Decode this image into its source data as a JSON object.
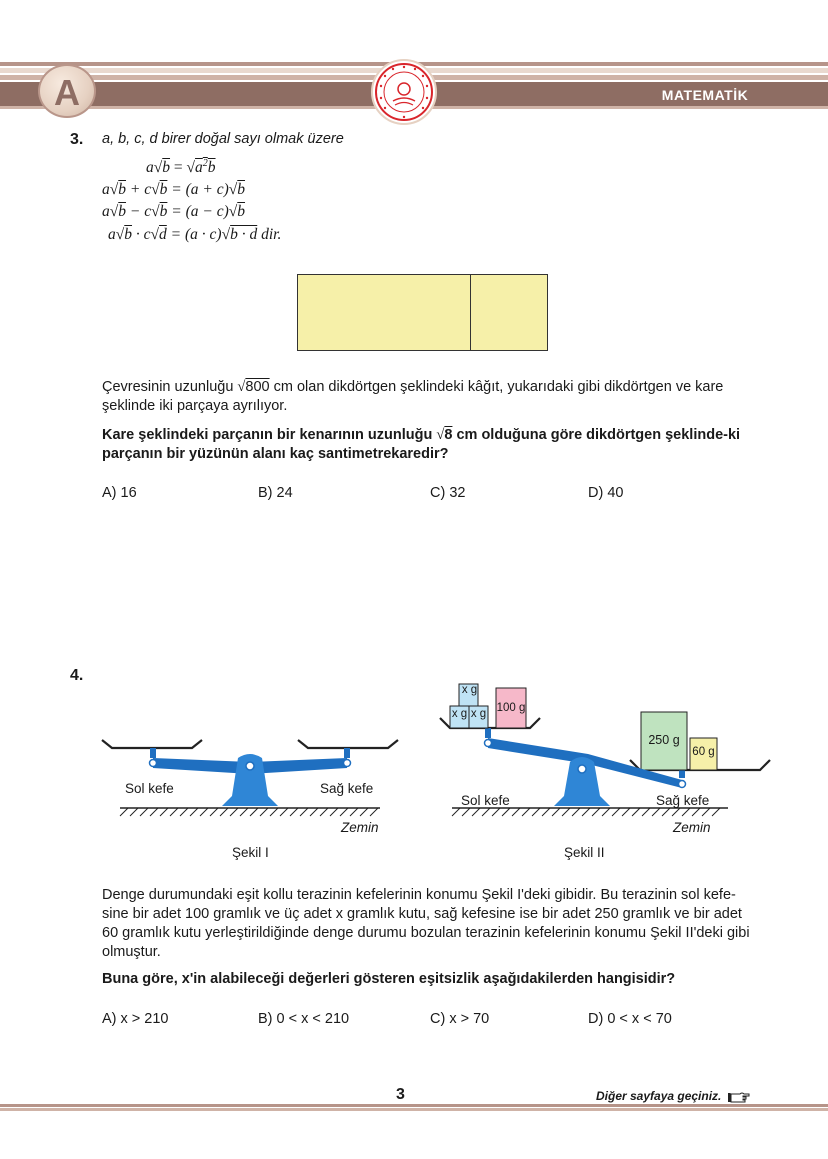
{
  "header": {
    "badge_letter": "A",
    "subject": "MATEMATİK"
  },
  "q3": {
    "number": "3.",
    "intro": "a, b, c, d birer doğal sayı olmak üzere",
    "formulas": {
      "f1_lhs": "a",
      "f1_rad": "b",
      "f1_eq": " = ",
      "f1_rhs_a": "a",
      "f1_rhs_exp": "2",
      "f1_rhs_b": "b",
      "f2_a": "a",
      "f2_rad1": "b",
      "f2_mid": " + c",
      "f2_rad2": "b",
      "f2_rhs": " = (a + c)",
      "f2_rad3": "b",
      "f3_a": "a",
      "f3_rad1": "b",
      "f3_mid": " − c",
      "f3_rad2": "b",
      "f3_rhs": " = (a − c)",
      "f3_rad3": "b",
      "f4_a": "a",
      "f4_rad1": "b",
      "f4_mid": " · c",
      "f4_rad2": "d",
      "f4_rhs": " = (a · c)",
      "f4_rad3": "b · d",
      "f4_tail": "  dir."
    },
    "para1_a": "Çevresinin uzunluğu ",
    "para1_rad": "800",
    "para1_b": " cm olan dikdörtgen şeklindeki kâğıt, yukarıdaki gibi dikdörtgen ve kare şeklinde iki parçaya ayrılıyor.",
    "para2_a": "Kare şeklindeki parçanın bir kenarının uzunluğu ",
    "para2_rad": "8",
    "para2_b": "  cm olduğuna göre dikdörtgen şeklinde-ki parçanın bir yüzünün alanı kaç santimetrekaredir?",
    "options": {
      "a": "A) 16",
      "b": "B) 24",
      "c": "C) 32",
      "d": "D) 40"
    }
  },
  "q4": {
    "number": "4.",
    "fig1": {
      "left_pan": "Sol kefe",
      "right_pan": "Sağ kefe",
      "ground": "Zemin",
      "caption": "Şekil I"
    },
    "fig2": {
      "left_pan": "Sol kefe",
      "right_pan": "Sağ kefe",
      "ground": "Zemin",
      "caption": "Şekil II",
      "box_x": "x g",
      "box_100": "100 g",
      "box_250": "250 g",
      "box_60": "60 g"
    },
    "para1": "Denge durumundaki eşit kollu terazinin kefelerinin konumu Şekil I'deki gibidir. Bu terazinin sol kefe-sine bir adet 100 gramlık ve üç adet x gramlık kutu, sağ kefesine ise bir adet 250 gramlık ve bir adet 60 gramlık kutu yerleştirildiğinde denge durumu bozulan terazinin kefelerinin konumu Şekil II'deki gibi olmuştur.",
    "para2": "Buna göre, x'in alabileceği değerleri gösteren eşitsizlik aşağıdakilerden hangisidir?",
    "options": {
      "a": "A) x > 210",
      "b": "B) 0 < x < 210",
      "c": "C) x > 70",
      "d": "D) 0 < x < 70"
    }
  },
  "footer": {
    "page_number": "3",
    "next_page": "Diğer sayfaya geçiniz."
  },
  "colors": {
    "band_dark": "#8e6d63",
    "band_light": "#e9d9cf",
    "paper_yellow": "#f6f0a9",
    "scale_blue": "#1f6fc0",
    "box_blue": "#bfe3f5",
    "box_pink": "#f6b8c9",
    "box_green": "#bfe3bf",
    "box_yellow": "#f6f0a9"
  }
}
